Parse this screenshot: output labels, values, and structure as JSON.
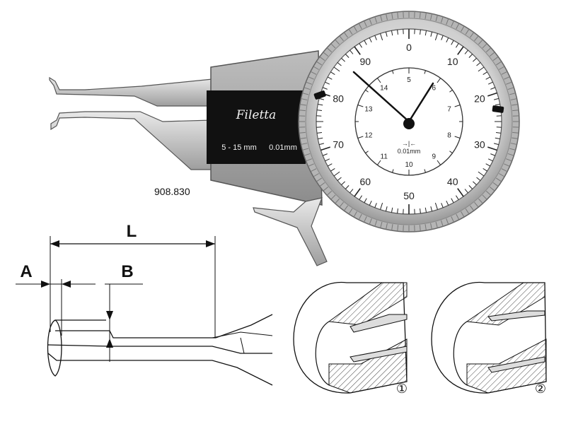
{
  "product": {
    "model_number": "908.830",
    "brand": "Filetta",
    "range_label": "5 - 15 mm",
    "resolution_label": "0.01mm"
  },
  "dial": {
    "outer_numbers": [
      "0",
      "10",
      "20",
      "30",
      "40",
      "50",
      "60",
      "70",
      "80",
      "90"
    ],
    "inner_numbers": [
      "5",
      "6",
      "7",
      "8",
      "9",
      "10",
      "11",
      "12",
      "13",
      "14"
    ],
    "inner_unit_label": "0.01mm"
  },
  "dimension_diagram": {
    "label_L": "L",
    "label_A": "A",
    "label_B": "B"
  },
  "usage_figures": {
    "figure_1_label": "①",
    "figure_2_label": "②"
  }
}
